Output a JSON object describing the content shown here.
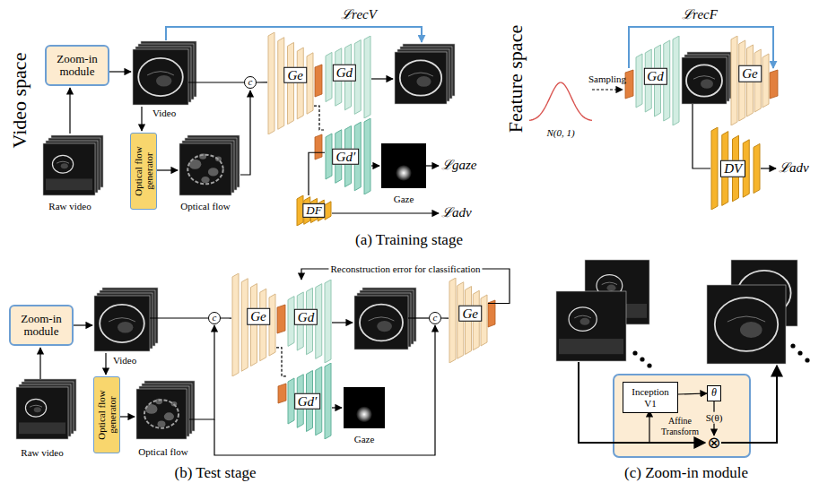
{
  "diagram": {
    "nodes": [
      {
        "text": [
          "Zoom-in module"
        ]
      },
      {
        "text": [
          "Optical flow generator"
        ]
      },
      {
        "text": [
          "c"
        ]
      },
      {
        "text": [
          "Ge"
        ]
      },
      {
        "text": [
          "Gd"
        ]
      },
      {
        "text": [
          "Gd′"
        ]
      },
      {
        "text": [
          "DF"
        ]
      },
      {
        "text": [
          "Gd"
        ]
      },
      {
        "text": [
          "Ge"
        ]
      },
      {
        "text": [
          "DV"
        ]
      },
      {
        "text": [
          "Zoom-in module"
        ]
      },
      {
        "text": [
          "Optical flow generator"
        ]
      },
      {
        "text": [
          "c"
        ]
      },
      {
        "text": [
          "Ge"
        ]
      },
      {
        "text": [
          "Gd"
        ]
      },
      {
        "text": [
          "Gd′"
        ]
      },
      {
        "text": [
          "c"
        ]
      },
      {
        "text": [
          "Ge"
        ]
      },
      {
        "text": [
          "Inception V1"
        ]
      },
      {
        "text": [
          "θ"
        ]
      },
      {
        "text": [
          "⊗"
        ]
      }
    ],
    "edges": [
      {
        "from": 2,
        "to": 3,
        "arrow": "none"
      },
      {
        "from": 3,
        "to": 5,
        "arrow": "none"
      },
      {
        "from": 5,
        "to": 6,
        "arrow": "none"
      },
      {
        "from": 12,
        "to": 13,
        "arrow": "none"
      },
      {
        "from": 13,
        "to": 15,
        "arrow": "none"
      },
      {
        "from": 16,
        "to": 17,
        "arrow": "none"
      },
      {
        "from": 17,
        "to": 14,
        "label": "Reconstruction error for classification",
        "arrow": "to"
      },
      {
        "from": 18,
        "to": 19,
        "arrow": "to"
      },
      {
        "from": 19,
        "to": 20,
        "label": "S(θ)",
        "arrow": "to"
      }
    ],
    "labels": [
      "Video space",
      "ℒrecV",
      "Video",
      "Raw video",
      "Optical flow",
      "Gaze",
      "ℒgaze",
      "ℒadv",
      "(a) Training stage",
      "Feature space",
      "ℒrecF",
      "Sampling",
      "N(0, 1)",
      "ℒadv",
      "Video",
      "Raw video",
      "Optical flow",
      "Gaze",
      "(b) Test stage",
      "Affine Transform",
      "(c) Zoom-in module"
    ]
  }
}
